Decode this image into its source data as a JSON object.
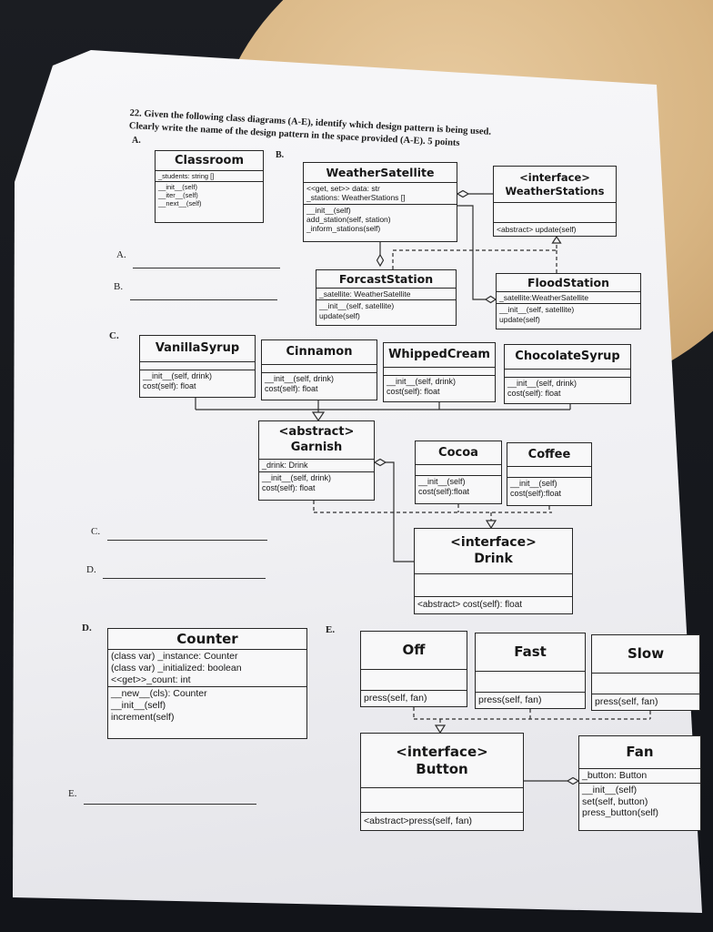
{
  "header": {
    "line1": "22. Given the following class diagrams (A-E), identify which design pattern is being used.",
    "line2": "Clearly write the name of the design pattern in the space provided (A-E). 5 points"
  },
  "labels": {
    "header_A": "A.",
    "header_B": "B.",
    "answer_A": "A.",
    "answer_B": "B.",
    "section_C": "C.",
    "answer_C": "C.",
    "answer_D": "D.",
    "section_D": "D.",
    "section_E": "E.",
    "answer_E": "E."
  },
  "diagram_A": {
    "classroom": {
      "title": "Classroom",
      "attributes": [
        "_students: string []"
      ],
      "methods": [
        "__init__(self)",
        "__iter__(self)",
        "__next__(self)"
      ]
    }
  },
  "diagram_B": {
    "weather_satellite": {
      "title": "WeatherSatellite",
      "attributes": [
        "<<get, set>> data: str",
        "_stations: WeatherStations []"
      ],
      "methods": [
        "__init__(self)",
        "add_station(self, station)",
        "_inform_stations(self)"
      ]
    },
    "weather_stations": {
      "stereotype": "<interface>",
      "title": "WeatherStations",
      "methods": [
        "<abstract> update(self)"
      ]
    },
    "forcast_station": {
      "title": "ForcastStation",
      "attributes": [
        "_satellite: WeatherSatellite"
      ],
      "methods": [
        "__init__(self, satellite)",
        "update(self)"
      ]
    },
    "flood_station": {
      "title": "FloodStation",
      "attributes": [
        "_satellite:WeatherSatellite"
      ],
      "methods": [
        "__init__(self, satellite)",
        "update(self)"
      ]
    }
  },
  "diagram_C": {
    "vanilla_syrup": {
      "title": "VanillaSyrup",
      "methods": [
        "__init__(self, drink)",
        "cost(self): float"
      ]
    },
    "cinnamon": {
      "title": "Cinnamon",
      "methods": [
        "__init__(self, drink)",
        "cost(self): float"
      ]
    },
    "whipped_cream": {
      "title": "WhippedCream",
      "methods": [
        "__init__(self, drink)",
        "cost(self): float"
      ]
    },
    "chocolate_syrup": {
      "title": "ChocolateSyrup",
      "methods": [
        "__init__(self, drink)",
        "cost(self): float"
      ]
    },
    "garnish": {
      "stereotype": "<abstract>",
      "title": "Garnish",
      "attributes": [
        "_drink: Drink"
      ],
      "methods": [
        "__init__(self, drink)",
        "cost(self): float"
      ]
    },
    "cocoa": {
      "title": "Cocoa",
      "methods": [
        "__init__(self)",
        "cost(self):float"
      ]
    },
    "coffee": {
      "title": "Coffee",
      "methods": [
        "__init__(self)",
        "cost(self):float"
      ]
    },
    "drink": {
      "stereotype": "<interface>",
      "title": "Drink",
      "methods": [
        "<abstract> cost(self): float"
      ]
    }
  },
  "diagram_D": {
    "counter": {
      "title": "Counter",
      "attributes": [
        "(class var) _instance: Counter",
        "(class var) _initialized: boolean",
        "<<get>>_count: int"
      ],
      "methods": [
        "__new__(cls): Counter",
        "__init__(self)",
        "increment(self)"
      ]
    }
  },
  "diagram_E": {
    "off": {
      "title": "Off",
      "methods": [
        "press(self, fan)"
      ]
    },
    "fast": {
      "title": "Fast",
      "methods": [
        "press(self, fan)"
      ]
    },
    "slow": {
      "title": "Slow",
      "methods": [
        "press(self, fan)"
      ]
    },
    "button": {
      "stereotype": "<interface>",
      "title": "Button",
      "methods": [
        "<abstract>press(self, fan)"
      ]
    },
    "fan": {
      "title": "Fan",
      "attributes": [
        "_button: Button"
      ],
      "methods": [
        "__init__(self)",
        "set(self, button)",
        "press_button(self)"
      ]
    }
  }
}
